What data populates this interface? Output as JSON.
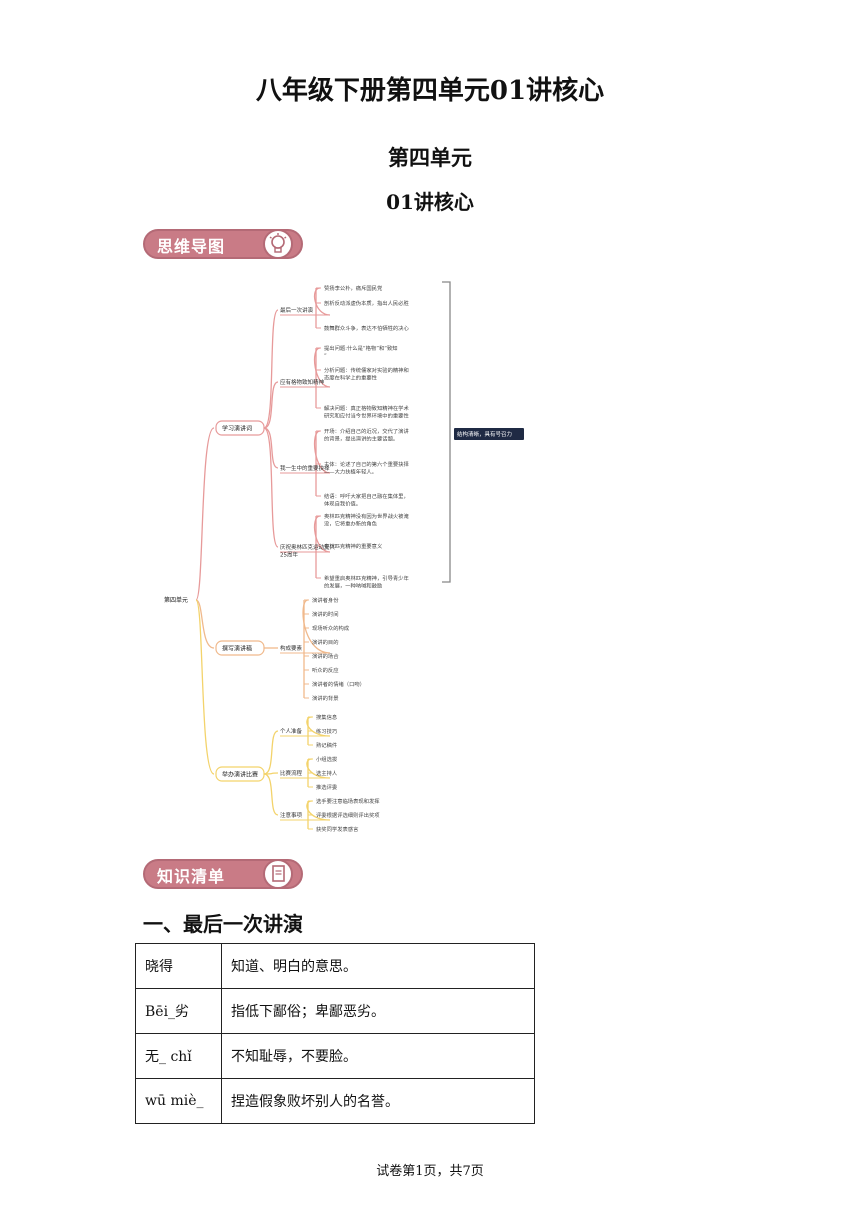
{
  "document": {
    "title": "八年级下册第四单元01讲核心",
    "unit_title": "第四单元",
    "lecture_title": "01讲核心"
  },
  "banners": {
    "mindmap": "思维导图",
    "knowledge": "知识清单"
  },
  "mindmap": {
    "root": "第四单元",
    "branches": [
      {
        "label": "学习演讲词",
        "color": "#e79a9a",
        "summary": "结构清晰，具有号召力",
        "children": [
          {
            "label": "最后一次讲演",
            "items": [
              "赞扬李公朴，痛斥国民党",
              "剖析反动派虚伪本质，指出人民必胜",
              "鼓舞群众斗争，表达不怕牺牲的决心"
            ]
          },
          {
            "label": "应有格物致知精神",
            "items": [
              "提出问题:什么是“格物”和“致知”",
              "分析问题：传统儒家对实验的精神和态度在科学上的重要性",
              "解决问题：真正格物致知精神在学术研究和应付当今世界环境中的重要性"
            ]
          },
          {
            "label": "我一生中的重要抉择",
            "items": [
              "开场：介绍自己的近况，交代了演讲的背景，提出演讲的主要话题。",
              "主体：论述了自己的第六个重要抉择——大力扶植年轻人。",
              "结语：呼吁大家把自己融在集体里，体现自我价值。"
            ]
          },
          {
            "label": "庆祝奥林匹克运动复兴25周年",
            "items": [
              "奥林匹克精神没有因为世界战火被淹没，它将重办新的角色",
              "奥林匹克精神的重要意义",
              "希望重启奥林匹克精神，引导青少年的发展，一种呐喊和鼓励"
            ]
          }
        ]
      },
      {
        "label": "撰写演讲稿",
        "color": "#f0b98c",
        "children": [
          {
            "label": "构成要素",
            "items": [
              "演讲者身份",
              "演讲的时间",
              "现场听众的构成",
              "演讲的目的",
              "演讲的场合",
              "听众的反应",
              "演讲者的情绪（口吻）",
              "演讲的背景"
            ]
          }
        ]
      },
      {
        "label": "举办演讲比赛",
        "color": "#f3d36b",
        "children": [
          {
            "label": "个人准备",
            "items": [
              "搜集信息",
              "练习技巧",
              "熟记稿件"
            ]
          },
          {
            "label": "比赛流程",
            "items": [
              "小组选拔",
              "选主持人",
              "推选评委"
            ]
          },
          {
            "label": "注意事项",
            "items": [
              "选手要注意临场表现和发挥",
              "评委根据评选细则评出奖项",
              "获奖同学发表感言"
            ]
          }
        ]
      }
    ]
  },
  "section1": {
    "heading": "一、最后一次讲演",
    "rows": [
      {
        "term": "晓得",
        "definition": "知道、明白的意思。"
      },
      {
        "term": "Bēi_劣",
        "definition": "指低下鄙俗；卑鄙恶劣。"
      },
      {
        "term": "无_ chǐ",
        "definition": "不知耻辱，不要脸。"
      },
      {
        "term": "wū miè_",
        "definition": "捏造假象败坏别人的名誉。"
      }
    ]
  },
  "footer": "试卷第1页，共7页"
}
